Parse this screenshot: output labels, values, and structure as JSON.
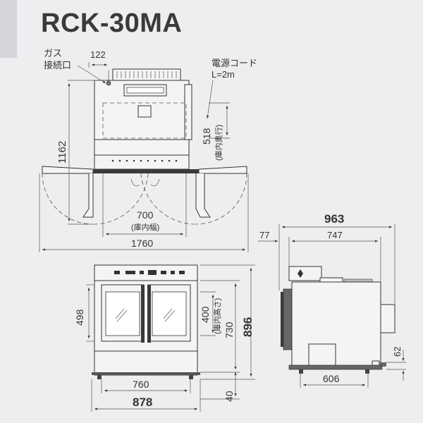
{
  "title": "RCK-30MA",
  "top_view": {
    "gas_label_1": "ガス",
    "gas_label_2": "接続口",
    "cord_label_1": "電源コード",
    "cord_label_2": "L=2m",
    "dim_122": "122",
    "dim_1162": "1162",
    "dim_518": "518",
    "dim_518_note": "(庫内奥行)",
    "dim_700": "700",
    "dim_700_note": "(庫内幅)",
    "dim_1760": "1760"
  },
  "front_view": {
    "dim_498": "498",
    "dim_400": "400",
    "dim_400_note": "(庫内高さ)",
    "dim_730": "730",
    "dim_896": "896",
    "dim_760": "760",
    "dim_878": "878",
    "dim_40": "40"
  },
  "side_view": {
    "dim_963": "963",
    "dim_77": "77",
    "dim_747": "747",
    "dim_62": "62",
    "dim_606": "606"
  }
}
